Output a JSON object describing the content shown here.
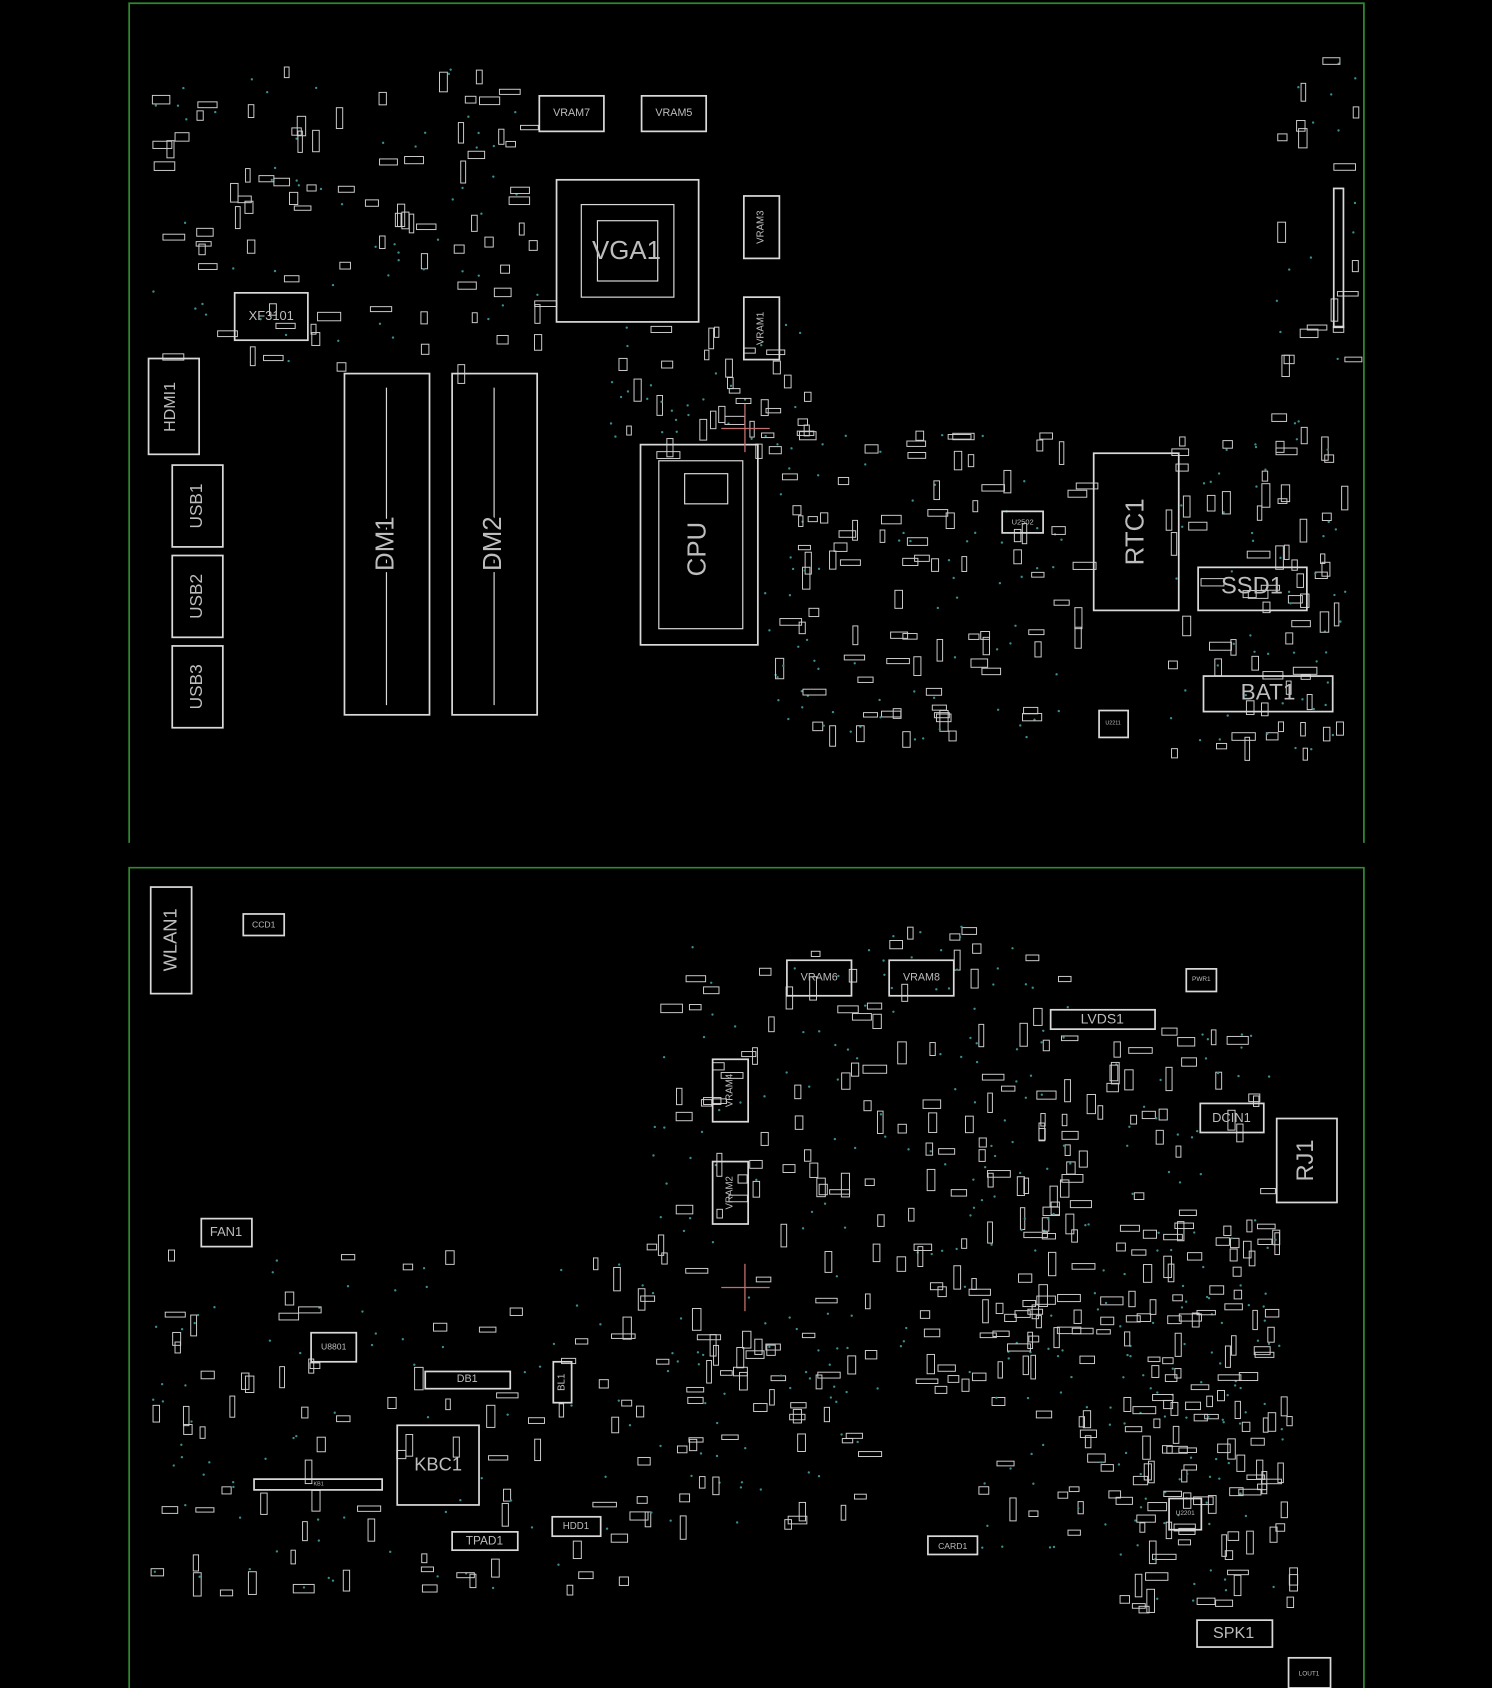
{
  "top_side": {
    "components": {
      "vga": "VGA1",
      "cpu": "CPU",
      "dm1": "DM1",
      "dm2": "DM2",
      "hdmi": "HDMI1",
      "usb1": "USB1",
      "usb2": "USB2",
      "usb3": "USB3",
      "xf": "XF3101",
      "vram7": "VRAM7",
      "vram5": "VRAM5",
      "vram3": "VRAM3",
      "vram1": "VRAM1",
      "u2502": "U2502",
      "rtc": "RTC1",
      "ssd": "SSD1",
      "bat": "BAT1",
      "u2211": "U2211"
    }
  },
  "bottom_side": {
    "components": {
      "wlan": "WLAN1",
      "ccd": "CCD1",
      "vram6": "VRAM6",
      "vram8": "VRAM8",
      "vram4": "VRAM4",
      "vram2": "VRAM2",
      "pwr": "PWR1",
      "lvds": "LVDS1",
      "dcin": "DCIN1",
      "rj": "RJ1",
      "fan": "FAN1",
      "u8801": "U8801",
      "db": "DB1",
      "bl": "BL1",
      "kbc": "KBC1",
      "kb": "KB1",
      "tpad": "TPAD1",
      "hdd": "HDD1",
      "card": "CARD1",
      "u2201": "U2201",
      "spk": "SPK1",
      "lout": "LOUT1"
    }
  },
  "colors": {
    "board_edge": "#2f8a2f",
    "outline": "#d9d9d9",
    "background": "#000000",
    "via": "#3a8f8a",
    "marker": "#c07070"
  }
}
